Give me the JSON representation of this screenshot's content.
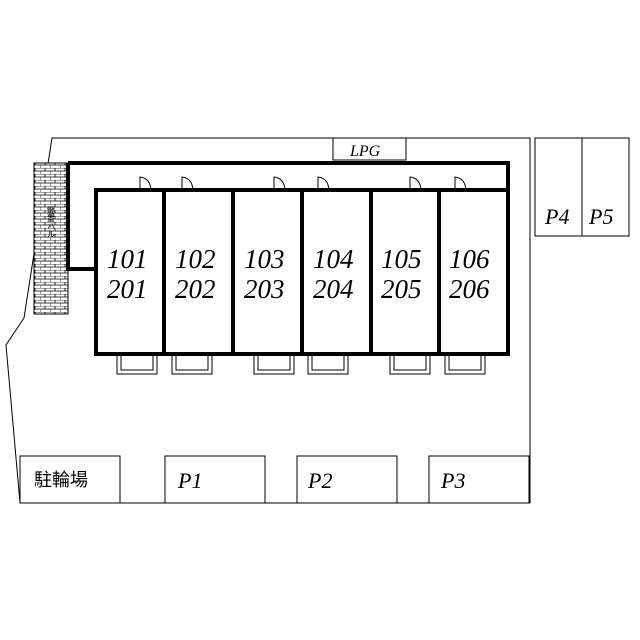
{
  "lpg_label": "LPG",
  "vertical_label": "鍵置ハル",
  "rooms": [
    {
      "upper": "101",
      "lower": "201"
    },
    {
      "upper": "102",
      "lower": "202"
    },
    {
      "upper": "103",
      "lower": "203"
    },
    {
      "upper": "104",
      "lower": "204"
    },
    {
      "upper": "105",
      "lower": "205"
    },
    {
      "upper": "106",
      "lower": "206"
    }
  ],
  "parking": {
    "bike": "駐輪場",
    "p1": "P1",
    "p2": "P2",
    "p3": "P3",
    "p4": "P4",
    "p5": "P5"
  }
}
